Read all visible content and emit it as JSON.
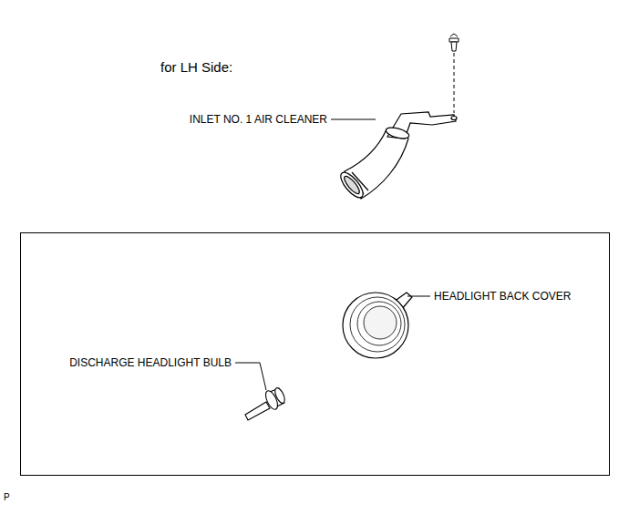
{
  "diagram": {
    "labels": [
      "for LH Side:",
      "INLET NO. 1 AIR CLEANER",
      "HEADLIGHT BACK COVER",
      "DISCHARGE HEADLIGHT BULB",
      "P"
    ]
  }
}
